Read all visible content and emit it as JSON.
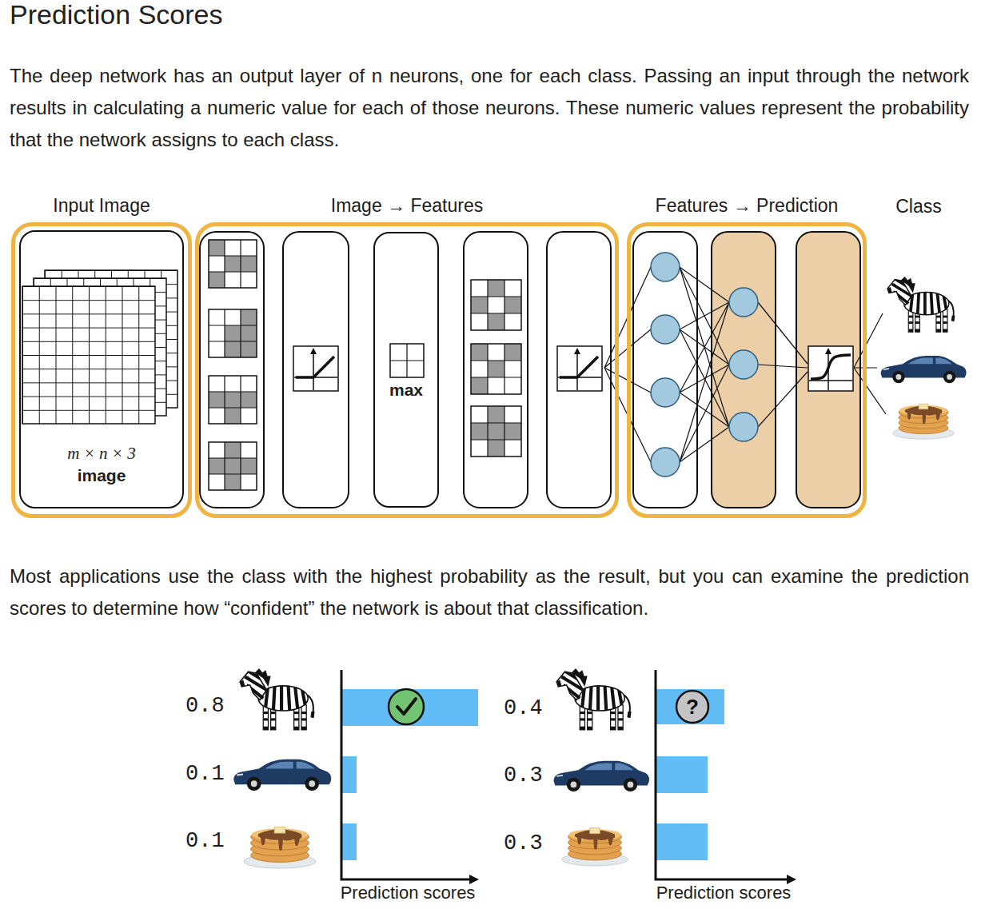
{
  "diagram": {
    "title": "Prediction Scores",
    "nodes": [
      {
        "text": [
          "Input Image"
        ]
      },
      {
        "text": [
          "m × n × 3",
          "image"
        ],
        "in": 0
      },
      {
        "text": [
          "Image → Features"
        ]
      },
      {
        "text": [
          "max"
        ],
        "in": 2
      },
      {
        "text": [
          "Features → Prediction"
        ]
      }
    ],
    "labels": [
      "The deep network has an output layer of n neurons, one for each class. Passing an input through the network results in calculating a numeric value for each of those neurons. These numeric values represent the probability that the network assigns to each class.",
      "Class",
      "Most applications use the class with the highest probability as the result, but you can examine the prediction scores to determine how “confident” the network is about that classification.",
      "0.8",
      "0.1",
      "0.1",
      "Prediction scores",
      "0.4",
      "?",
      "0.3",
      "0.3",
      "Prediction scores"
    ]
  }
}
